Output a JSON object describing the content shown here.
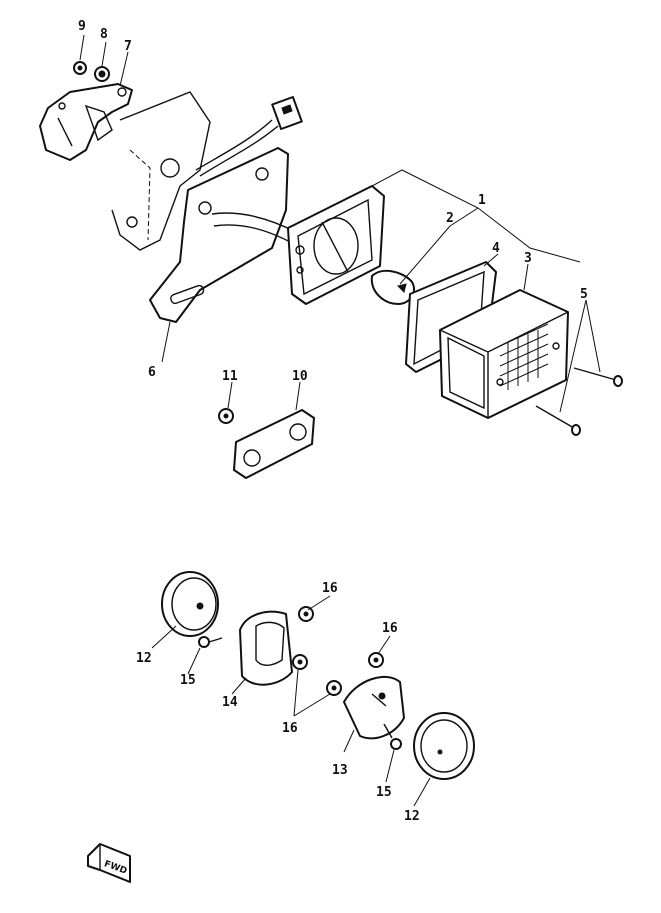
{
  "callouts": {
    "c1": "1",
    "c2": "2",
    "c3": "3",
    "c4": "4",
    "c5": "5",
    "c6": "6",
    "c7": "7",
    "c8": "8",
    "c9": "9",
    "c10": "10",
    "c11": "11",
    "c12a": "12",
    "c12b": "12",
    "c13": "13",
    "c14": "14",
    "c15a": "15",
    "c15b": "15",
    "c16a": "16",
    "c16b": "16",
    "c16c": "16"
  },
  "front_arrow": {
    "label": "FWD",
    "icon": "front-direction-arrow-icon"
  },
  "colors": {
    "ink": "#111111",
    "paper": "#ffffff"
  }
}
